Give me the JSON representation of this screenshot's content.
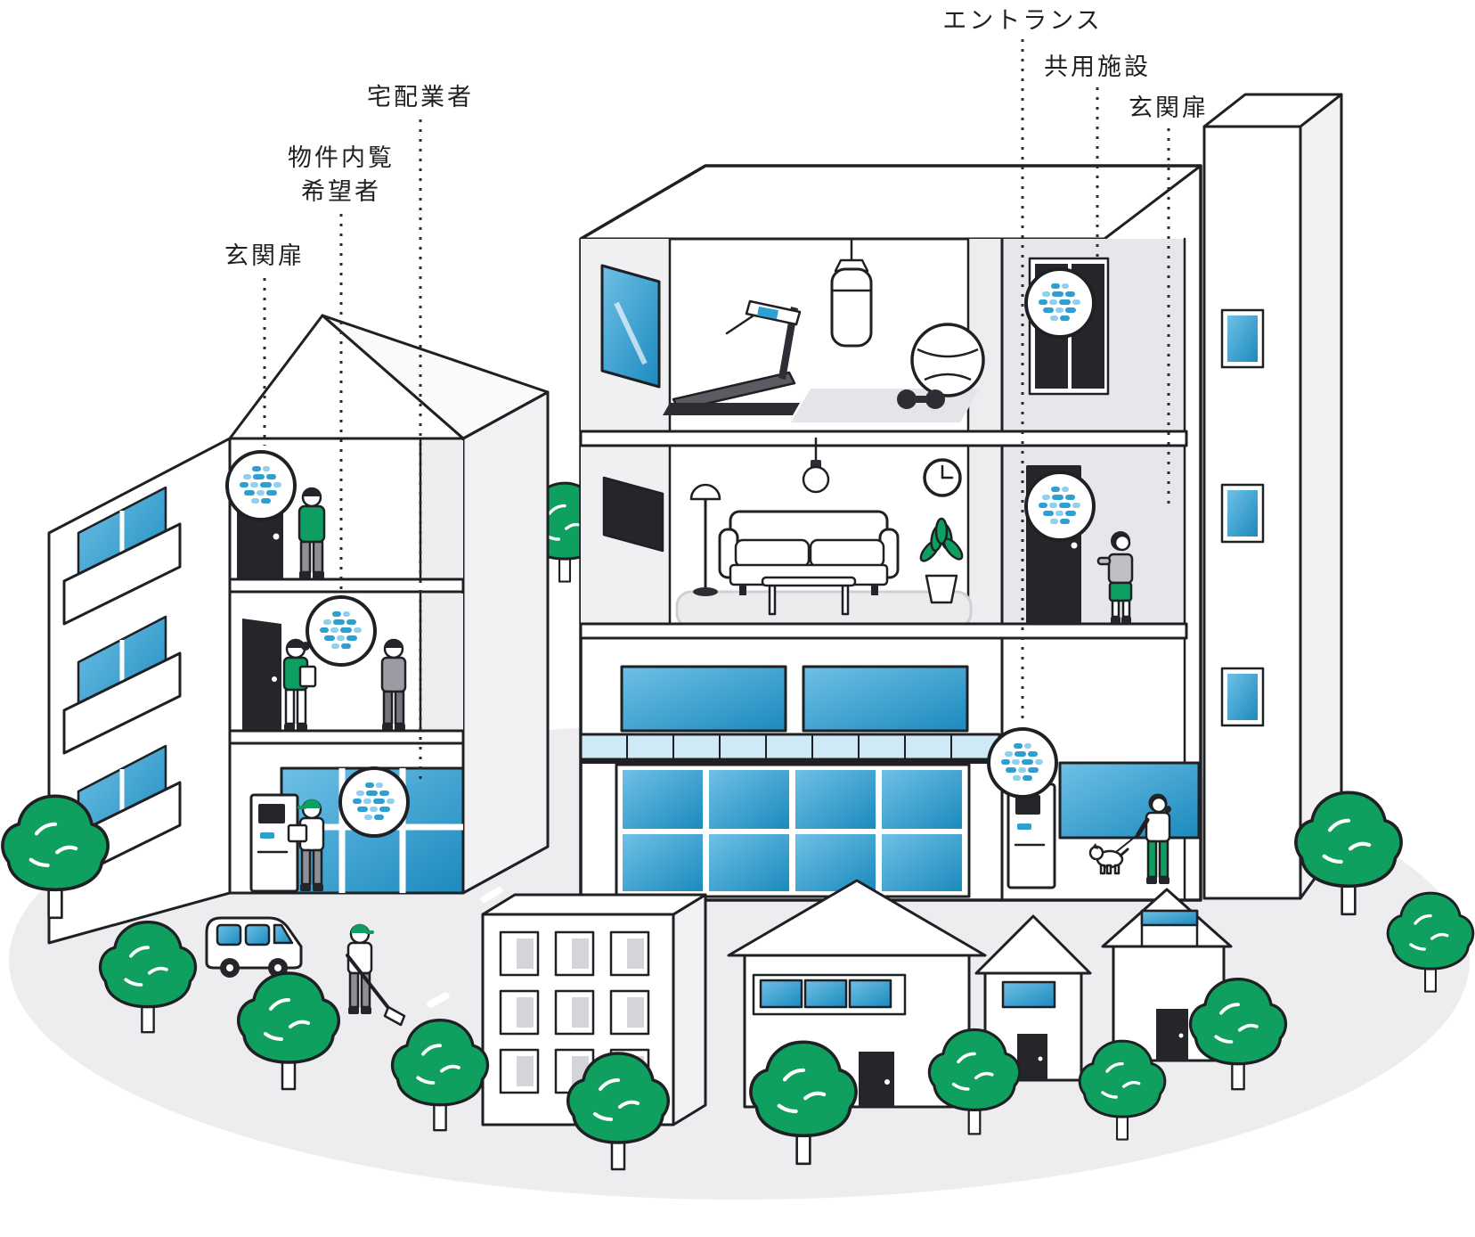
{
  "labels": {
    "entrance_door_left": "玄関扉",
    "property_viewing_line1": "物件内覧",
    "property_viewing_line2": "希望者",
    "delivery_company": "宅配業者",
    "entrance": "エントランス",
    "shared_facility": "共用施設",
    "entrance_door_right": "玄関扉"
  },
  "icons": {
    "smartlock_badge": "smartlock-dots-icon",
    "tree": "tree-icon"
  },
  "colors": {
    "accent_blue": "#2d9fd1",
    "window_blue_dark": "#1b8abe",
    "window_blue_light": "#6fc0e6",
    "pale_blue": "#cfe9f6",
    "green": "#0fa060",
    "outline": "#1f2023",
    "ground_gray": "#ededf0",
    "wall_gray": "#e6e7ea"
  }
}
